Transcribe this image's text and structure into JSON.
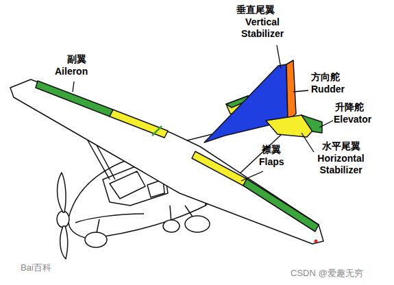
{
  "diagram": {
    "labels": [
      "垂直尾翼",
      "Vertical Stabilizer",
      "副翼",
      "Aileron",
      "方向舵",
      "Rudder",
      "升降舵",
      "Elevator",
      "襟翼",
      "Flaps",
      "水平尾翼",
      "Horizontal Stabilizer",
      "Bai百科",
      "CSDN @爱趣无穷"
    ]
  }
}
